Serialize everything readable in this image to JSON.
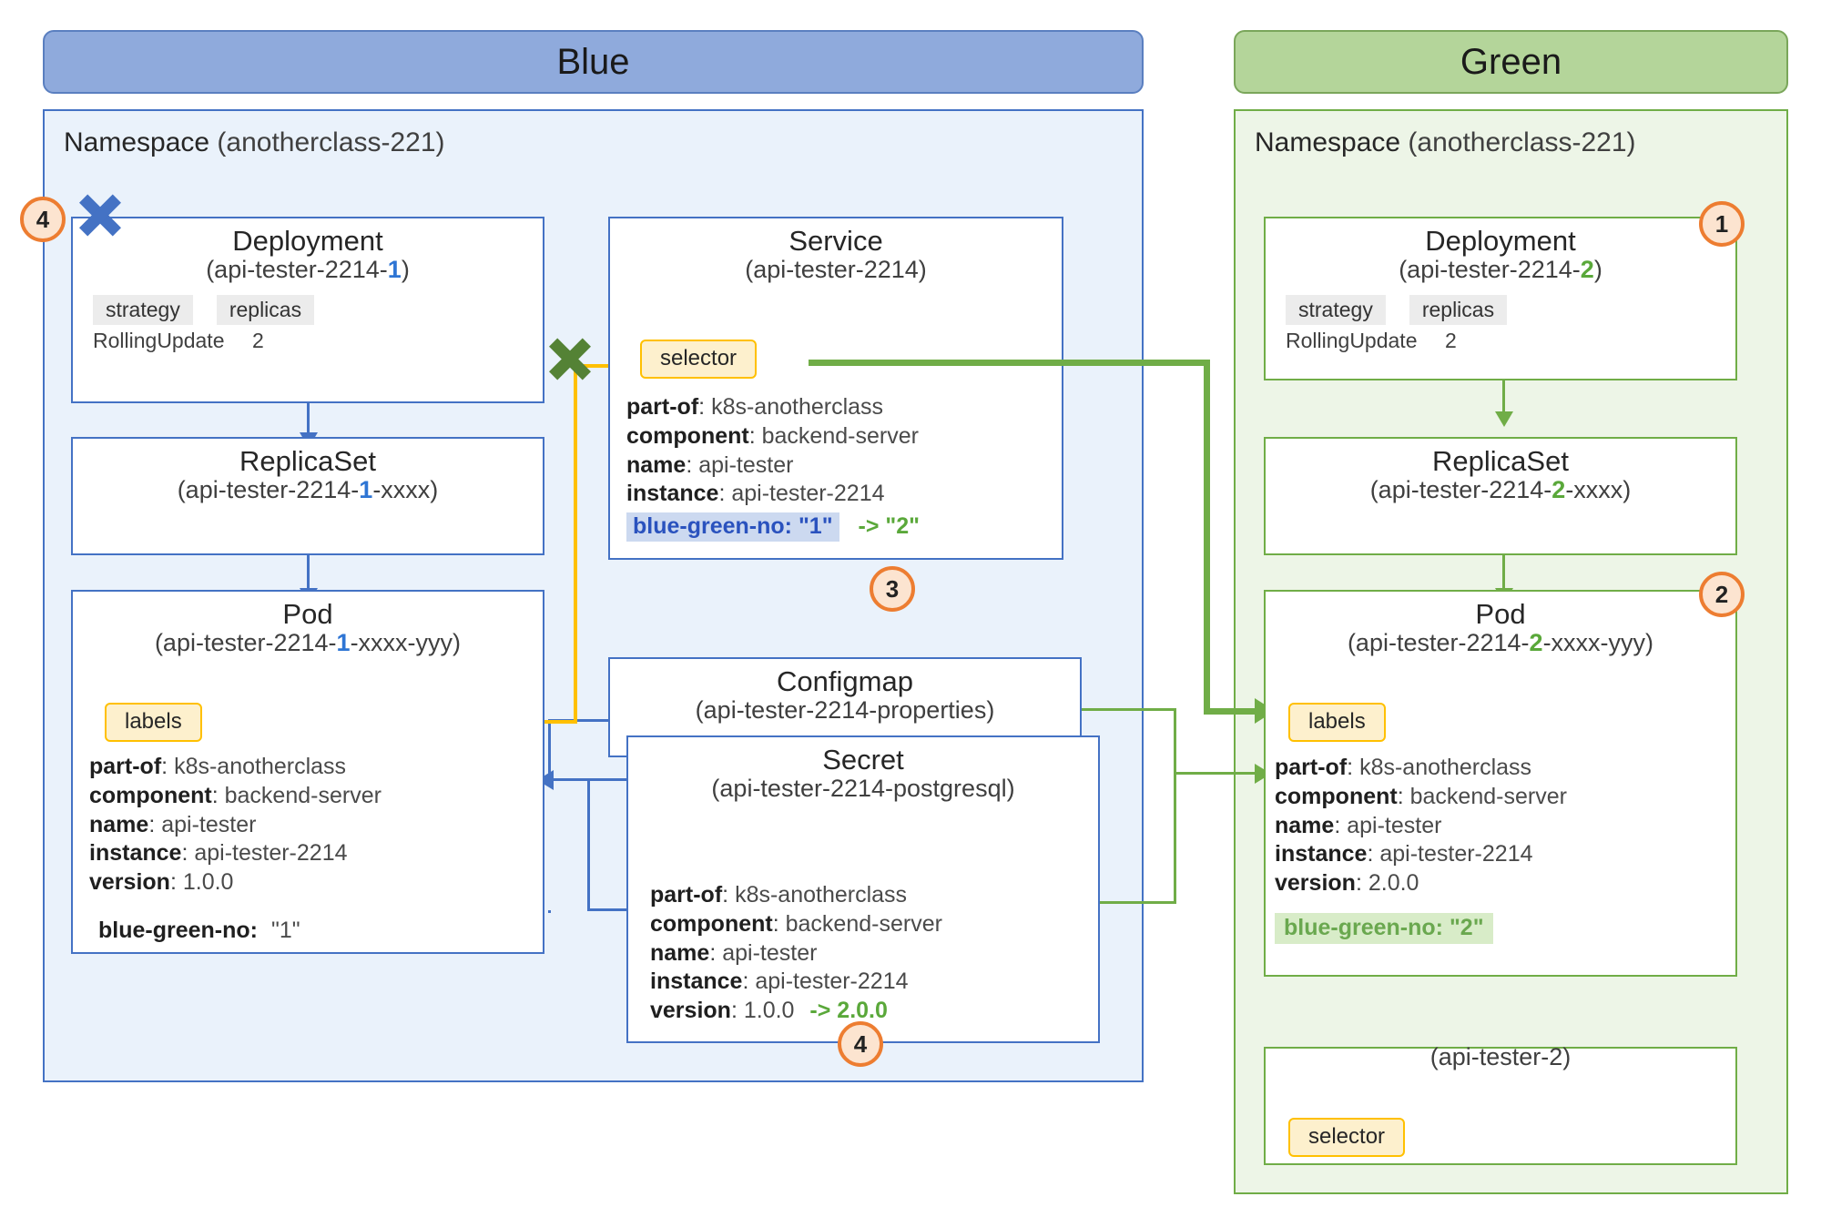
{
  "diagram": {
    "title_blue": "Blue",
    "title_green": "Green",
    "colors": {
      "blue_banner": "#8faadc",
      "green_banner": "#b4d59a",
      "blue_border": "#4472c4",
      "green_border": "#70ad47",
      "badge": "#ed7d31",
      "pill": "#ffc000"
    }
  },
  "blue": {
    "namespace_label": "Namespace",
    "namespace_name": "(anotherclass-221)",
    "deployment": {
      "title": "Deployment",
      "sub_prefix": "(api-tester-2214-",
      "sub_num": "1",
      "sub_suffix": ")",
      "chips": [
        "strategy",
        "replicas"
      ],
      "values": [
        "RollingUpdate",
        "2"
      ]
    },
    "replicaset": {
      "title": "ReplicaSet",
      "sub_prefix": "(api-tester-2214-",
      "sub_num": "1",
      "sub_suffix": "-xxxx)"
    },
    "pod": {
      "title": "Pod",
      "sub_prefix": "(api-tester-2214-",
      "sub_num": "1",
      "sub_suffix": "-xxxx-yyy)",
      "pill": "labels",
      "labels": [
        {
          "k": "part-of",
          "v": "k8s-anotherclass"
        },
        {
          "k": "component",
          "v": "backend-server"
        },
        {
          "k": "name",
          "v": "api-tester"
        },
        {
          "k": "instance",
          "v": "api-tester-2214"
        },
        {
          "k": "version",
          "v": "1.0.0"
        }
      ],
      "bluegreen_key": "blue-green-no:",
      "bluegreen_val": "\"1\""
    },
    "service": {
      "title": "Service",
      "sub": "(api-tester-2214)",
      "pill": "selector",
      "labels": [
        {
          "k": "part-of",
          "v": "k8s-anotherclass"
        },
        {
          "k": "component",
          "v": "backend-server"
        },
        {
          "k": "name",
          "v": "api-tester"
        },
        {
          "k": "instance",
          "v": "api-tester-2214"
        }
      ],
      "bluegreen_key": "blue-green-no:",
      "bluegreen_old": "\"1\"",
      "bluegreen_arrow": "->",
      "bluegreen_new": "\"2\""
    },
    "configmap": {
      "title": "Configmap",
      "sub": "(api-tester-2214-properties)"
    },
    "secret": {
      "title": "Secret",
      "sub": "(api-tester-2214-postgresql)",
      "labels": [
        {
          "k": "part-of",
          "v": "k8s-anotherclass"
        },
        {
          "k": "component",
          "v": "backend-server"
        },
        {
          "k": "name",
          "v": "api-tester"
        },
        {
          "k": "instance",
          "v": "api-tester-2214"
        }
      ],
      "version_key": "version",
      "version_old": "1.0.0",
      "version_arrow": "->",
      "version_new": "2.0.0"
    }
  },
  "green": {
    "namespace_label": "Namespace",
    "namespace_name": "(anotherclass-221)",
    "deployment": {
      "title": "Deployment",
      "sub_prefix": "(api-tester-2214-",
      "sub_num": "2",
      "sub_suffix": ")",
      "chips": [
        "strategy",
        "replicas"
      ],
      "values": [
        "RollingUpdate",
        "2"
      ]
    },
    "replicaset": {
      "title": "ReplicaSet",
      "sub_prefix": "(api-tester-2214-",
      "sub_num": "2",
      "sub_suffix": "-xxxx)"
    },
    "pod": {
      "title": "Pod",
      "sub_prefix": "(api-tester-2214-",
      "sub_num": "2",
      "sub_suffix": "-xxxx-yyy)",
      "pill": "labels",
      "labels": [
        {
          "k": "part-of",
          "v": "k8s-anotherclass"
        },
        {
          "k": "component",
          "v": "backend-server"
        },
        {
          "k": "name",
          "v": "api-tester"
        },
        {
          "k": "instance",
          "v": "api-tester-2214"
        },
        {
          "k": "version",
          "v": "2.0.0"
        }
      ],
      "bluegreen_key": "blue-green-no:",
      "bluegreen_val": "\"2\""
    },
    "service": {
      "sub_clipped": "(api-tester-2)",
      "pill": "selector"
    }
  },
  "badges": {
    "one": "1",
    "two": "2",
    "three": "3",
    "four_left": "4",
    "four_secret": "4"
  }
}
